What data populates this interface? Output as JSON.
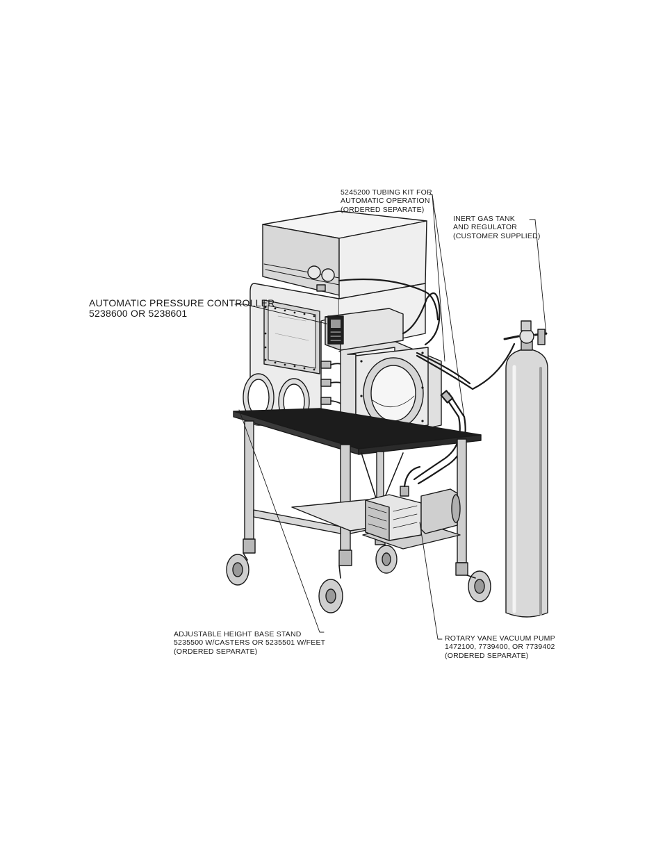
{
  "figure": {
    "callouts": {
      "tubing_kit": {
        "lines": [
          "5245200 TUBING KIT FOR",
          "AUTOMATIC OPERATION",
          "(ORDERED SEPARATE)"
        ]
      },
      "gas_tank": {
        "lines": [
          "INERT GAS TANK",
          "AND REGULATOR",
          "(CUSTOMER SUPPLIED)"
        ]
      },
      "pressure_controller": {
        "lines": [
          "AUTOMATIC PRESSURE CONTROLLER",
          "5238600 OR 5238601"
        ]
      },
      "base_stand": {
        "lines": [
          "ADJUSTABLE HEIGHT BASE STAND",
          "5235500 W/CASTERS OR 5235501 W/FEET",
          "(ORDERED SEPARATE)"
        ]
      },
      "vacuum_pump": {
        "lines": [
          "ROTARY VANE VACUUM PUMP",
          "1472100, 7739400, OR 7739402",
          "(ORDERED SEPARATE)"
        ]
      }
    }
  }
}
